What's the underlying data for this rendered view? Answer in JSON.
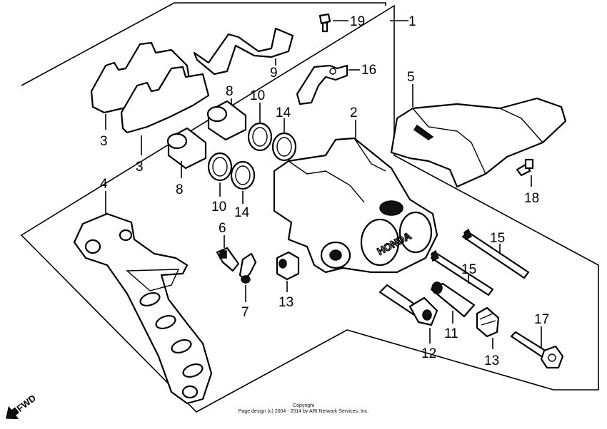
{
  "callouts": [
    "1",
    "2",
    "3",
    "3",
    "4",
    "5",
    "6",
    "7",
    "8",
    "8",
    "9",
    "10",
    "10",
    "11",
    "12",
    "13",
    "13",
    "14",
    "14",
    "15",
    "15",
    "16",
    "17",
    "18",
    "19"
  ],
  "direction_label": "FWD",
  "copyright": {
    "line1": "Copyright",
    "line2": "Page design (c) 2004 - 2014 by ARI Network Services, Inc."
  },
  "brand_marking": "HONDA"
}
